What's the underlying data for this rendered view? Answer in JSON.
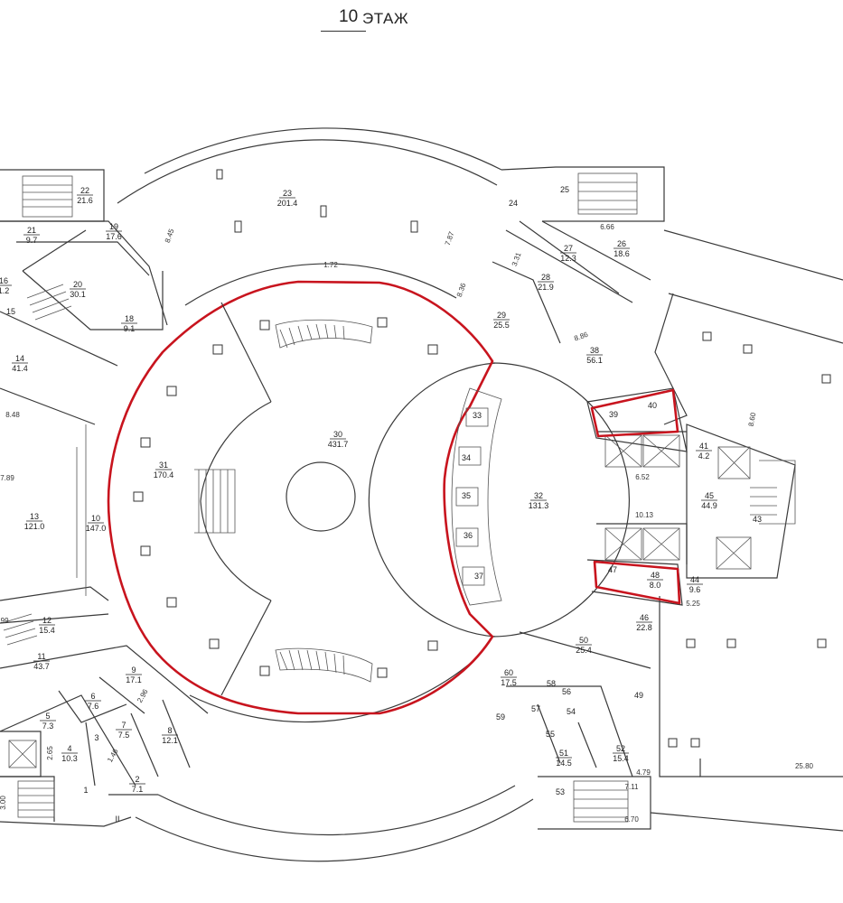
{
  "title": {
    "number": "10",
    "word": "ЭТАЖ"
  },
  "rooms": [
    {
      "n": "1",
      "a": ""
    },
    {
      "n": "2",
      "a": "7.1"
    },
    {
      "n": "3",
      "a": ""
    },
    {
      "n": "4",
      "a": "10.3"
    },
    {
      "n": "5",
      "a": "7.3"
    },
    {
      "n": "6",
      "a": "7.6"
    },
    {
      "n": "7",
      "a": "7.5"
    },
    {
      "n": "8",
      "a": "12.1"
    },
    {
      "n": "9",
      "a": "17.1"
    },
    {
      "n": "10",
      "a": "147.0"
    },
    {
      "n": "11",
      "a": "43.7"
    },
    {
      "n": "12",
      "a": "15.4"
    },
    {
      "n": "13",
      "a": "121.0"
    },
    {
      "n": "14",
      "a": "41.4"
    },
    {
      "n": "15",
      "a": ""
    },
    {
      "n": "16",
      "a": "1.2"
    },
    {
      "n": "18",
      "a": "9.1"
    },
    {
      "n": "19",
      "a": "17.6"
    },
    {
      "n": "20",
      "a": "30.1"
    },
    {
      "n": "21",
      "a": "9.7"
    },
    {
      "n": "22",
      "a": "21.6"
    },
    {
      "n": "23",
      "a": "201.4"
    },
    {
      "n": "24",
      "a": ""
    },
    {
      "n": "25",
      "a": ""
    },
    {
      "n": "26",
      "a": "18.6"
    },
    {
      "n": "27",
      "a": "12.3"
    },
    {
      "n": "28",
      "a": "21.9"
    },
    {
      "n": "29",
      "a": "25.5"
    },
    {
      "n": "30",
      "a": "431.7"
    },
    {
      "n": "31",
      "a": "170.4"
    },
    {
      "n": "32",
      "a": "131.3"
    },
    {
      "n": "33",
      "a": ""
    },
    {
      "n": "34",
      "a": ""
    },
    {
      "n": "35",
      "a": ""
    },
    {
      "n": "36",
      "a": ""
    },
    {
      "n": "37",
      "a": ""
    },
    {
      "n": "38",
      "a": "56.1"
    },
    {
      "n": "39",
      "a": ""
    },
    {
      "n": "40",
      "a": ""
    },
    {
      "n": "41",
      "a": "4.2"
    },
    {
      "n": "43",
      "a": ""
    },
    {
      "n": "44",
      "a": "9.6"
    },
    {
      "n": "45",
      "a": "44.9"
    },
    {
      "n": "46",
      "a": "22.8"
    },
    {
      "n": "47",
      "a": ""
    },
    {
      "n": "48",
      "a": "8.0"
    },
    {
      "n": "49",
      "a": ""
    },
    {
      "n": "50",
      "a": "25.4"
    },
    {
      "n": "51",
      "a": "14.5"
    },
    {
      "n": "52",
      "a": "15.4"
    },
    {
      "n": "53",
      "a": ""
    },
    {
      "n": "54",
      "a": ""
    },
    {
      "n": "55",
      "a": ""
    },
    {
      "n": "56",
      "a": ""
    },
    {
      "n": "57",
      "a": ""
    },
    {
      "n": "58",
      "a": ""
    },
    {
      "n": "59",
      "a": ""
    },
    {
      "n": "60",
      "a": "17.5"
    },
    {
      "n": "II",
      "a": ""
    }
  ],
  "dimensions": [
    "8.45",
    "7.87",
    "1.72",
    "8.36",
    "3.31",
    "8.86",
    "6.66",
    "6.52",
    "10.13",
    "5.25",
    "8.60",
    "8.48",
    "7.89",
    "2.96",
    "1.46",
    "2.65",
    "3.00",
    "4.79",
    "7.11",
    "6.70",
    "25.80",
    ".99"
  ],
  "colors": {
    "highlight": "#c8141e",
    "line": "#3a3a3a",
    "background": "#ffffff"
  }
}
